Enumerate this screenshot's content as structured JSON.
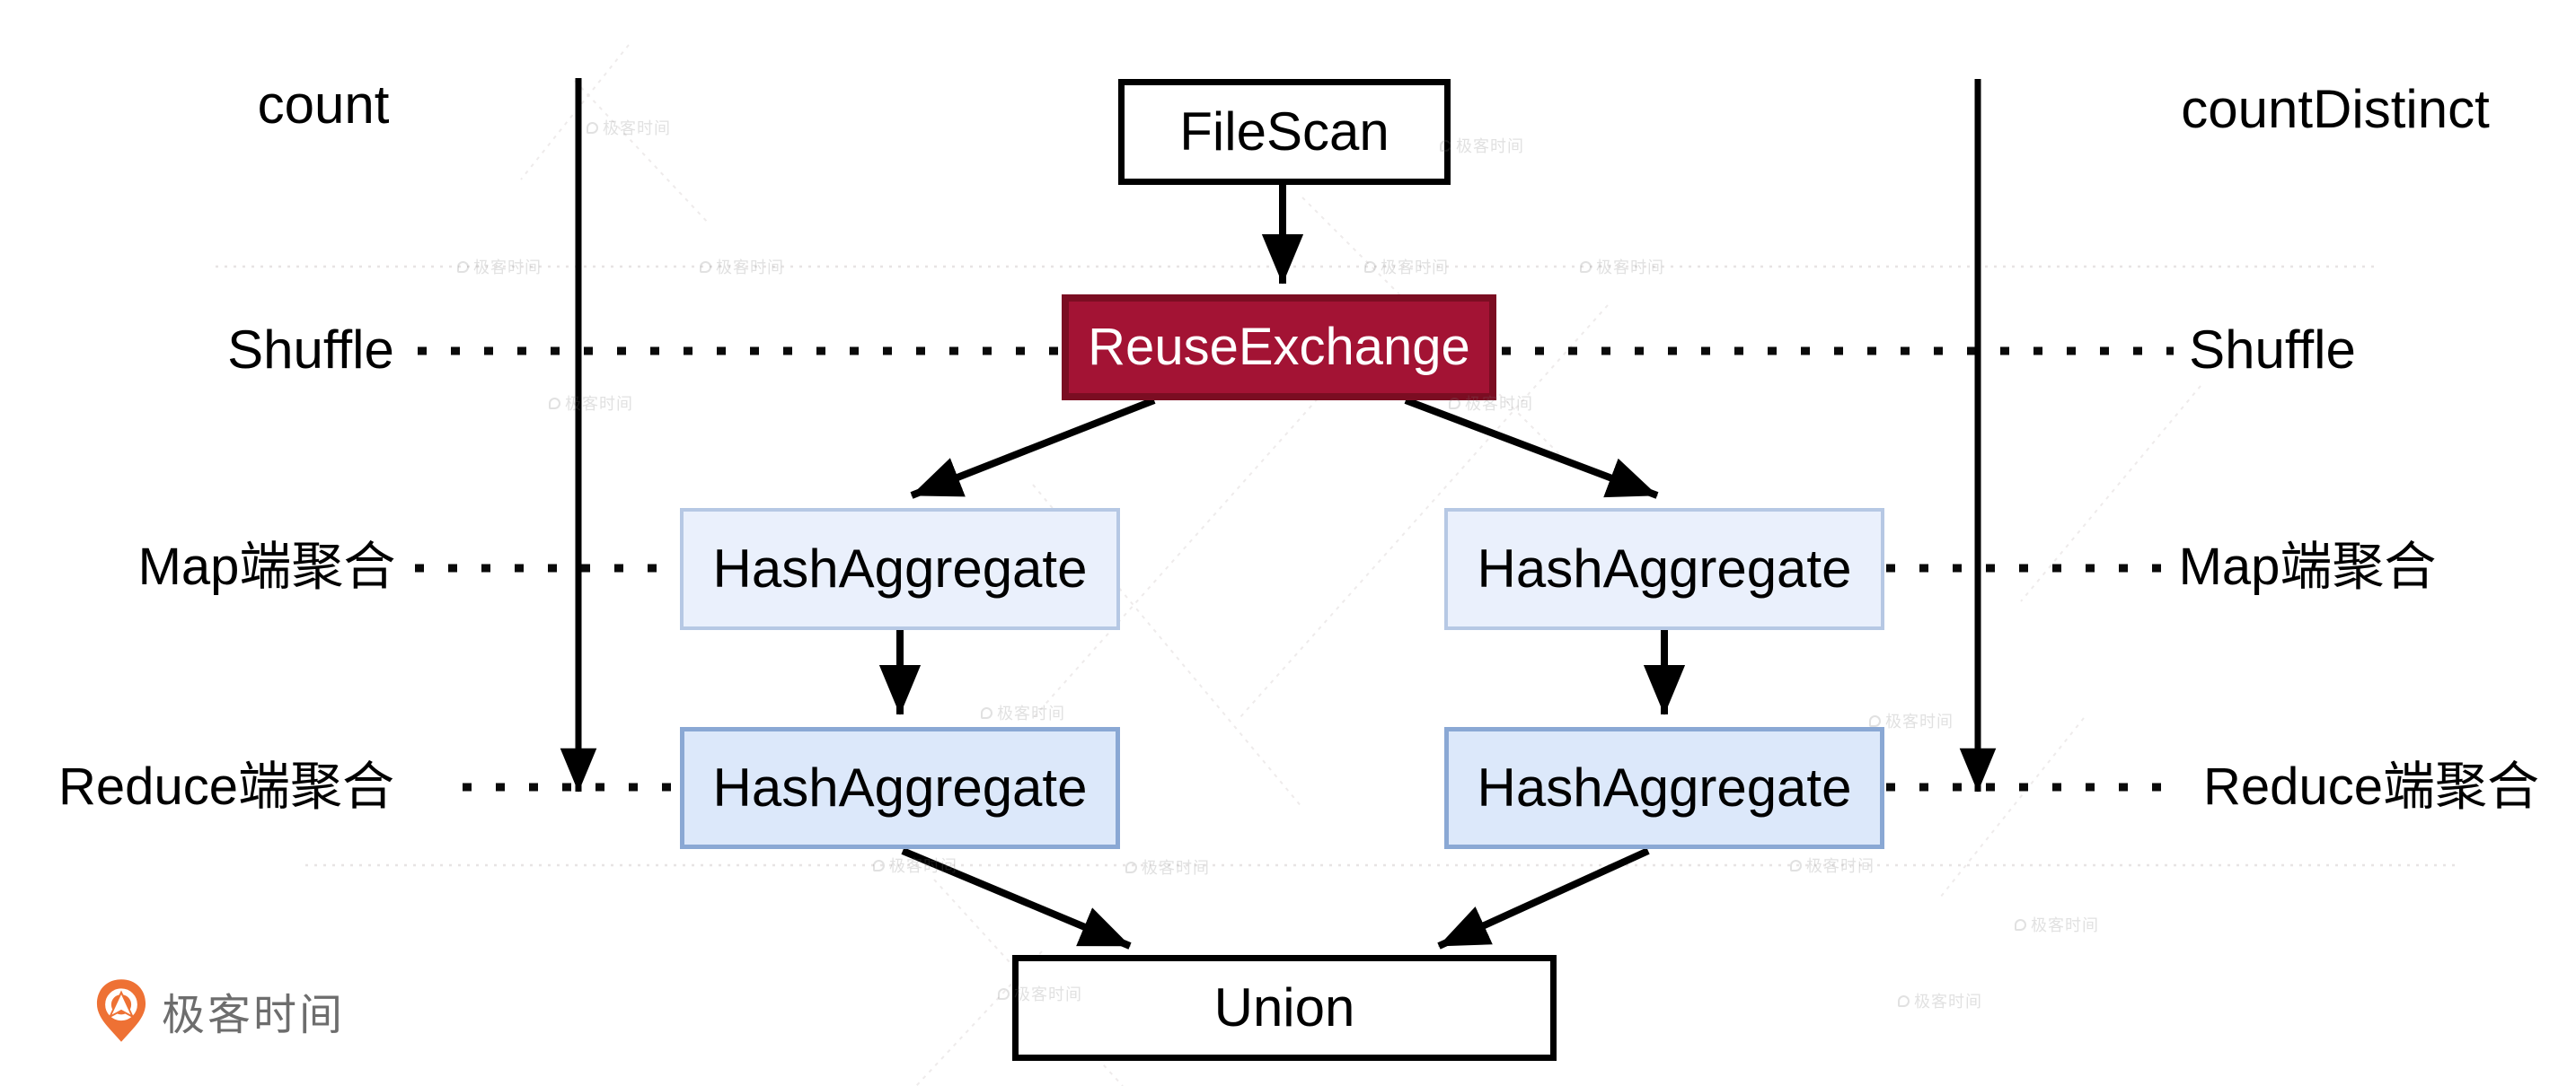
{
  "diagram": {
    "nodes": {
      "filescan": "FileScan",
      "reuse_exchange": "ReuseExchange",
      "hash_aggregate": "HashAggregate",
      "union": "Union"
    },
    "lanes": {
      "left_metric": "count",
      "right_metric": "countDistinct",
      "rows": [
        {
          "left": "Shuffle",
          "right": "Shuffle"
        },
        {
          "left": "Map端聚合",
          "right": "Map端聚合"
        },
        {
          "left": "Reduce端聚合",
          "right": "Reduce端聚合"
        }
      ]
    },
    "colors": {
      "exchange_fill": "#a31334",
      "exchange_border": "#7b0d22",
      "map_agg_fill": "#eaf0fc",
      "map_agg_border": "#b6c8e4",
      "reduce_agg_fill": "#dce8fa",
      "reduce_agg_border": "#8aa8d4",
      "plain_node_border": "#000000",
      "logo_orange": "#ee7134",
      "logo_text_gray": "#6d6d6d"
    },
    "watermark": {
      "text": "极客时间"
    },
    "logo": {
      "text": "极客时间"
    }
  }
}
